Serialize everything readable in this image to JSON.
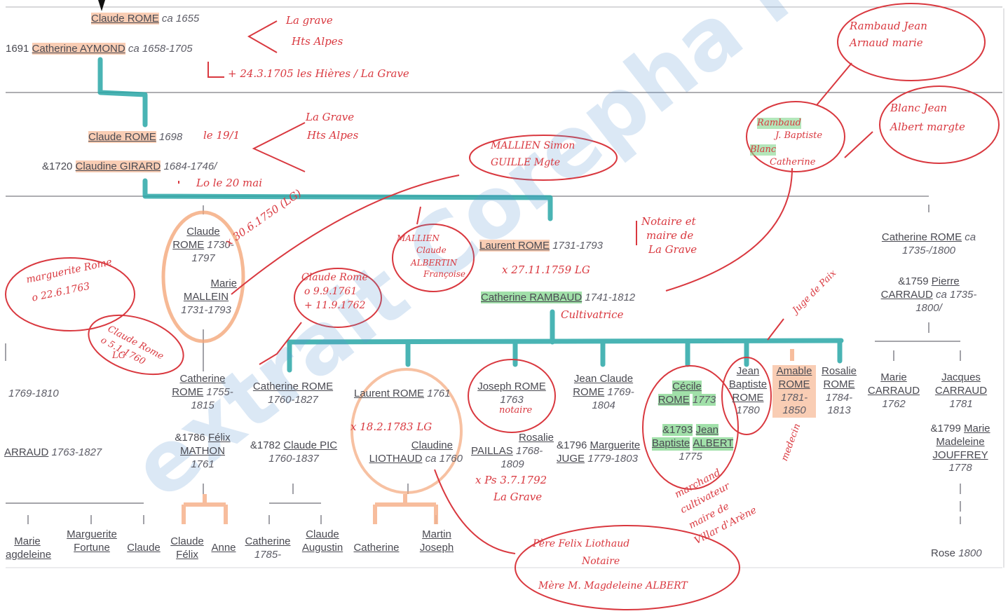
{
  "watermark": "extrait Corepha raconte",
  "colors": {
    "teal": "#2aa7a7",
    "orange_hl": "#f6b28c",
    "green_hl": "#82d68c",
    "ink_red": "#d9383f",
    "rule": "#7d7d85"
  },
  "persons": {
    "claude_1655": {
      "name": "Claude ROME",
      "dates": "ca 1655"
    },
    "catherine_aymond": {
      "prefix": "1691",
      "name": "Catherine AYMOND",
      "dates": "ca 1658-1705"
    },
    "claude_1698": {
      "name": "Claude ROME",
      "dates": "1698"
    },
    "claudine_girard": {
      "prefix": "&1720",
      "name": "Claudine GIRARD",
      "dates": "1684-1746/"
    },
    "claude_1730": {
      "name1": "Claude",
      "name2": "ROME",
      "dates1": "1730-",
      "dates2": "1797"
    },
    "marie_mallein": {
      "name1": "Marie",
      "name2": "MALLEIN",
      "dates": "1731-1793"
    },
    "laurent_1731": {
      "name": "Laurent ROME",
      "dates": "1731-1793"
    },
    "catherine_rambaud": {
      "name": "Catherine RAMBAUD",
      "dates": "1741-1812"
    },
    "catherine_rome_1735": {
      "name": "Catherine ROME",
      "dates1": "ca",
      "dates2": "1735-/1800"
    },
    "pierre_carraud": {
      "prefix": "&1759",
      "name1": "Pierre",
      "name2": "CARRAUD",
      "dates1": "ca 1735-",
      "dates2": "1800/"
    },
    "left_dates": "1769-1810",
    "left_carraud": {
      "name": "ARRAUD",
      "dates": "1763-1827"
    },
    "catherine_1755": {
      "name1": "Catherine",
      "name2": "ROME",
      "dates1": "1755-",
      "dates2": "1815"
    },
    "felix_mathon": {
      "prefix": "&1786",
      "name1": "Félix",
      "name2": "MATHON",
      "dates": "1761"
    },
    "catherine_1760": {
      "name": "Catherine ROME",
      "dates": "1760-1827"
    },
    "claude_pic": {
      "prefix": "&1782",
      "name": "Claude PIC",
      "dates": "1760-1837"
    },
    "laurent_1761": {
      "name": "Laurent ROME",
      "dates": "1761"
    },
    "claudine_liothaud": {
      "name1": "Claudine",
      "name2": "LIOTHAUD",
      "dates": "ca 1760"
    },
    "joseph_1763": {
      "name": "Joseph ROME",
      "dates": "1763"
    },
    "rosalie_paillas": {
      "name1": "Rosalie",
      "name2": "PAILLAS",
      "dates1": "1768-",
      "dates2": "1809"
    },
    "jean_claude_1769": {
      "name1": "Jean Claude",
      "name2": "ROME",
      "dates1": "1769-",
      "dates2": "1804"
    },
    "marguerite_juge": {
      "prefix": "&1796",
      "name1": "Marguerite",
      "name2": "JUGE",
      "dates": "1779-1803"
    },
    "cecile_1773": {
      "name1": "Cécile",
      "name2": "ROME",
      "dates": "1773"
    },
    "jean_baptiste_albert": {
      "prefix": "&1793",
      "name1": "Jean",
      "name2": "Baptiste",
      "name3": "ALBERT",
      "dates": "1775"
    },
    "jean_baptiste_1780": {
      "name1": "Jean",
      "name2": "Baptiste",
      "name3": "ROME",
      "dates": "1780"
    },
    "amable_1781": {
      "name1": "Amable",
      "name2": "ROME",
      "dates1": "1781-",
      "dates2": "1850"
    },
    "rosalie_1784": {
      "name1": "Rosalie",
      "name2": "ROME",
      "dates1": "1784-",
      "dates2": "1813"
    },
    "marie_carraud": {
      "name1": "Marie",
      "name2": "CARRAUD",
      "dates": "1762"
    },
    "jacques_carraud": {
      "name1": "Jacques",
      "name2": "CARRAUD",
      "dates": "1781"
    },
    "marie_jouffrey": {
      "prefix": "&1799",
      "name1": "Marie",
      "name2": "Madeleine",
      "name3": "JOUFFREY",
      "dates": "1778"
    },
    "rose_1800": {
      "name": "Rose",
      "dates": "1800"
    }
  },
  "bottom_row": [
    {
      "l1": "Marie",
      "l2": "agdeleine"
    },
    {
      "l1": "Marguerite",
      "l2": "Fortune"
    },
    {
      "l1": "",
      "l2": "Claude"
    },
    {
      "l1": "Claude",
      "l2": "Félix"
    },
    {
      "l1": "",
      "l2": "Anne"
    },
    {
      "l1": "Catherine",
      "l2": "1785-"
    },
    {
      "l1": "Claude",
      "l2": "Augustin"
    },
    {
      "l1": "",
      "l2": "Catherine"
    },
    {
      "l1": "Martin",
      "l2": "Joseph"
    }
  ],
  "annotations": {
    "a1": "La grave",
    "a2": "Hts Alpes",
    "a3": "+ 24.3.1705 les Hières / La Grave",
    "a4": "le 19/1",
    "a5": "La Grave",
    "a6": "Hts Alpes",
    "a7": "Lo le 20 mai",
    "a8": "MALLIEN Simon",
    "a9": "GUILLE Mgte",
    "a10": "x 30.6.1750 (LG)",
    "a11": "MALLIEN",
    "a12": "Claude",
    "a13": "ALBERTIN",
    "a14": "Françoise",
    "a15": "x 27.11.1759 LG",
    "a16": "Notaire et",
    "a17": "maire de",
    "a18": "La Grave",
    "a19": "Cultivatrice",
    "a20": "Juge de Paix",
    "a21": "marguerite Rome",
    "a22": "o 22.6.1763",
    "a23": "Claude Rome",
    "a24": "o 9.9.1761",
    "a25": "+ 11.9.1762",
    "a26": "Claude Rome",
    "a27": "o 5.1.1760",
    "a28": "LG",
    "a29": "x 18.2.1783 LG",
    "a30": "notaire",
    "a31": "x Ps 3.7.1792",
    "a32": "La Grave",
    "a33": "medecin",
    "a34": "marchand",
    "a35": "cultivateur",
    "a36": "maire de",
    "a37": "Villar d'Arène",
    "a38": "Rambaud Jean",
    "a39": "Arnaud marie",
    "a40": "Rambaud",
    "a41": "J. Baptiste",
    "a42": "Blanc",
    "a43": "Catherine",
    "a44": "Blanc Jean",
    "a45": "Albert margte",
    "a46": "Père Felix Liothaud",
    "a47": "Notaire",
    "a48": "Mère M. Magdeleine ALBERT"
  }
}
